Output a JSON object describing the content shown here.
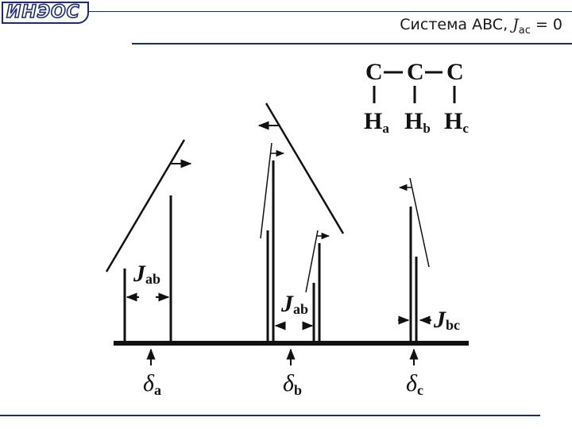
{
  "header": {
    "logo_text": "ИНЭОС",
    "title_prefix": "Система ABC, ",
    "title_symbol": "J",
    "title_subscript": "ac",
    "title_suffix": " = 0"
  },
  "molecule": {
    "carbons": [
      "C",
      "C",
      "C"
    ],
    "bond": "–",
    "hydrogens": [
      {
        "atom": "H",
        "sub": "a"
      },
      {
        "atom": "H",
        "sub": "b"
      },
      {
        "atom": "H",
        "sub": "c"
      }
    ]
  },
  "couplings": [
    {
      "symbol": "J",
      "sub": "ab"
    },
    {
      "symbol": "J",
      "sub": "ab"
    },
    {
      "symbol": "J",
      "sub": "bc"
    }
  ],
  "shifts": [
    {
      "symbol": "δ",
      "sub": "a"
    },
    {
      "symbol": "δ",
      "sub": "b"
    },
    {
      "symbol": "δ",
      "sub": "c"
    }
  ],
  "colors": {
    "accent": "#1c2a7a",
    "ink": "#111111"
  }
}
